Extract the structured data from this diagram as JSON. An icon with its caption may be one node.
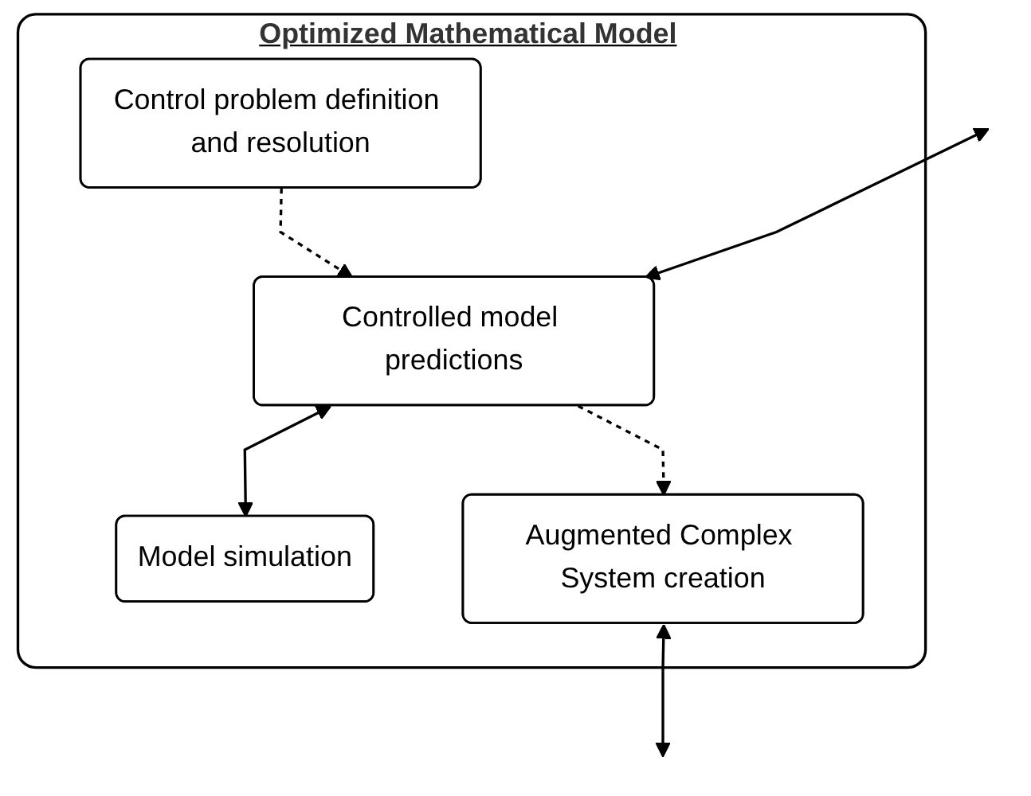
{
  "diagram": {
    "nodes": [
      {
        "text": [
          "Optimized Mathematical Model"
        ]
      },
      {
        "text": [
          "Control problem definition and resolution"
        ],
        "in": 0
      },
      {
        "text": [
          "Controlled model predictions"
        ],
        "in": 0
      },
      {
        "text": [
          "Model simulation"
        ],
        "in": 0
      },
      {
        "text": [
          "Augmented Complex System creation"
        ],
        "in": 0
      }
    ],
    "edges": [
      {
        "from": 1,
        "to": 2,
        "arrow": "to",
        "style": "dashed"
      },
      {
        "from": null,
        "to": 2,
        "arrow": "both"
      },
      {
        "from": 2,
        "to": 3,
        "arrow": "both"
      },
      {
        "from": 2,
        "to": 4,
        "arrow": "to",
        "style": "dashed"
      },
      {
        "from": 4,
        "to": null,
        "arrow": "both"
      }
    ]
  }
}
